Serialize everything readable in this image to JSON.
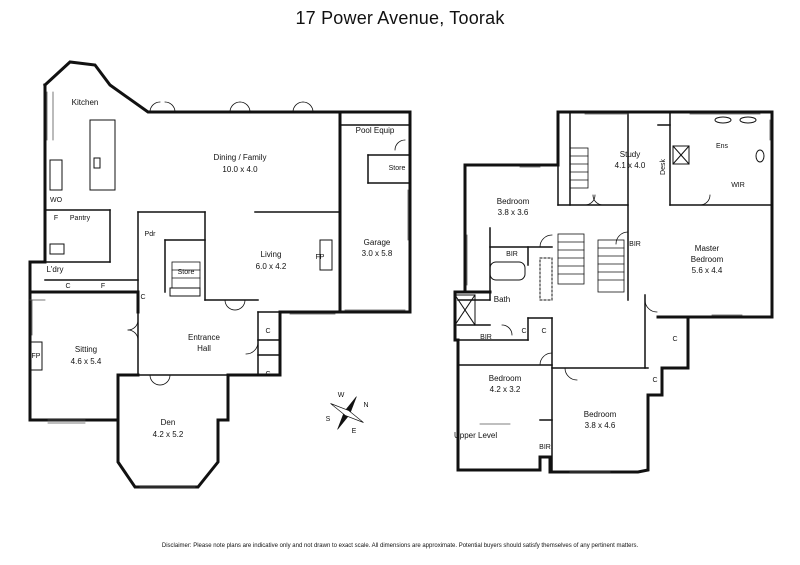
{
  "title": "17 Power Avenue, Toorak",
  "ground_floor": {
    "kitchen": "Kitchen",
    "dining_family": {
      "name": "Dining / Family",
      "size": "10.0 x 4.0"
    },
    "pool_equip": "Pool Equip",
    "store_pool": "Store",
    "wo": "WO",
    "fridge": "F",
    "pantry": "Pantry",
    "pdr": "Pdr",
    "store_hall": "Store",
    "living": {
      "name": "Living",
      "size": "6.0 x 4.2"
    },
    "fp_living": "FP",
    "garage": {
      "name": "Garage",
      "size": "3.0 x 5.8"
    },
    "laundry": "L'dry",
    "cupboard_a": "C",
    "fridge_b": "F",
    "cupboard_b": "C",
    "sitting": {
      "name": "Sitting",
      "size": "4.6 x 5.4"
    },
    "fp_sitting": "FP",
    "entrance_hall": {
      "name": "Entrance",
      "name2": "Hall"
    },
    "cupboard_c": "C",
    "cupboard_d": "C",
    "den": {
      "name": "Den",
      "size": "4.2 x 5.2"
    }
  },
  "upper_floor": {
    "label": "Upper Level",
    "study": {
      "name": "Study",
      "size": "4.1 x 4.0"
    },
    "ens": "Ens",
    "desk": "Desk",
    "wir": "WIR",
    "bedroom1": {
      "name": "Bedroom",
      "size": "3.8 x 3.6"
    },
    "bir1": "BIR",
    "bath": "Bath",
    "bir2": "BIR",
    "cupboard_e": "C",
    "cupboard_f": "C",
    "bir3": "BIR",
    "master": {
      "name": "Master",
      "name2": "Bedroom",
      "size": "5.6 x 4.4"
    },
    "cupboard_g": "C",
    "cupboard_h": "C",
    "bedroom2": {
      "name": "Bedroom",
      "size": "4.2 x 3.2"
    },
    "bedroom3": {
      "name": "Bedroom",
      "size": "3.8 x 4.6"
    },
    "bir4": "BIR"
  },
  "compass": {
    "n": "N",
    "s": "S",
    "e": "E",
    "w": "W"
  },
  "disclaimer": "Disclaimer: Please note plans are indicative only and not drawn to exact scale. All dimensions are approximate. Potential buyers should satisfy themselves of any pertinent matters."
}
